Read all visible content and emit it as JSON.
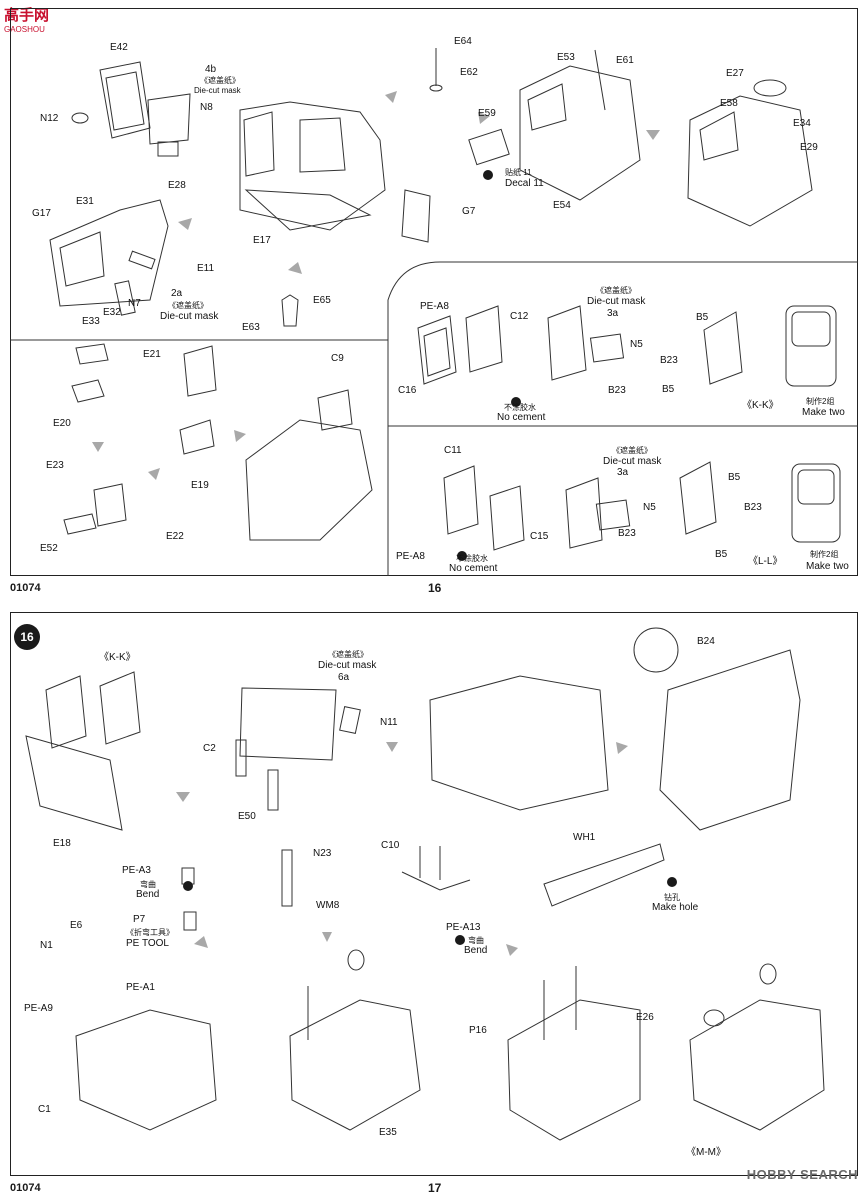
{
  "watermark": {
    "site": "高手网",
    "site_sub": "GAOSHOU",
    "brand": "HOBBY SEARCH"
  },
  "page16": {
    "code": "01074",
    "page_number": "16",
    "parts": {
      "E42": "E42",
      "step4b": "4b",
      "mask1": "《遮盖纸》",
      "diecut1": "Die-cut mask",
      "N8": "N8",
      "N12": "N12",
      "E28": "E28",
      "E64": "E64",
      "E62": "E62",
      "E53": "E53",
      "E61": "E61",
      "E59": "E59",
      "decal_cn": "贴纸 11",
      "decal_en": "Decal 11",
      "E54": "E54",
      "E27": "E27",
      "E58": "E58",
      "E34": "E34",
      "E29": "E29",
      "G17": "G17",
      "E31": "E31",
      "E11": "E11",
      "step2a": "2a",
      "mask2": "《遮盖纸》",
      "diecut2": "Die-cut mask",
      "N7": "N7",
      "E32": "E32",
      "E33": "E33",
      "E17": "E17",
      "G7": "G7",
      "E65": "E65",
      "E63": "E63"
    },
    "kk": {
      "PEA8": "PE-A8",
      "C12": "C12",
      "C16": "C16",
      "nocement_cn": "不涂胶水",
      "nocement_en": "No cement",
      "mask": "《遮盖纸》",
      "diecut": "Die-cut mask",
      "step3a": "3a",
      "N5": "N5",
      "B23a": "B23",
      "B5a": "B5",
      "B23b": "B23",
      "B5b": "B5",
      "title": "《K-K》",
      "make_cn": "制作2组",
      "make_en": "Make two"
    },
    "ll": {
      "C11": "C11",
      "mask": "《遮盖纸》",
      "diecut": "Die-cut mask",
      "step3a": "3a",
      "N5": "N5",
      "B5a": "B5",
      "B23a": "B23",
      "C15": "C15",
      "B23b": "B23",
      "PEA8": "PE-A8",
      "nocement_cn": "不涂胶水",
      "nocement_en": "No cement",
      "B5b": "B5",
      "title": "《L-L》",
      "make_cn": "制作2组",
      "make_en": "Make two"
    },
    "seats": {
      "E21": "E21",
      "C9": "C9",
      "E20": "E20",
      "E19": "E19",
      "E23": "E23",
      "E52": "E52",
      "E22": "E22"
    }
  },
  "page17": {
    "code": "01074",
    "page_number": "17",
    "step": "16",
    "parts": {
      "KK": "《K-K》",
      "mask": "《遮盖纸》",
      "diecut": "Die-cut mask",
      "step6a": "6a",
      "N11": "N11",
      "C2": "C2",
      "E50": "E50",
      "E18": "E18",
      "B24": "B24",
      "PEA3": "PE-A3",
      "bend1_cn": "弯曲",
      "bend1_en": "Bend",
      "P7": "P7",
      "tool_cn": "《折弯工具》",
      "tool_en": "PE TOOL",
      "N23": "N23",
      "WM8": "WM8",
      "C10": "C10",
      "PEA13": "PE-A13",
      "bend2_cn": "弯曲",
      "bend2_en": "Bend",
      "WH1": "WH1",
      "hole_cn": "钻孔",
      "hole_en": "Make hole",
      "N1": "N1",
      "E6": "E6",
      "PEA9": "PE-A9",
      "PEA1": "PE-A1",
      "C1": "C1",
      "E35": "E35",
      "P16": "P16",
      "E26": "E26",
      "MM": "《M-M》"
    }
  }
}
